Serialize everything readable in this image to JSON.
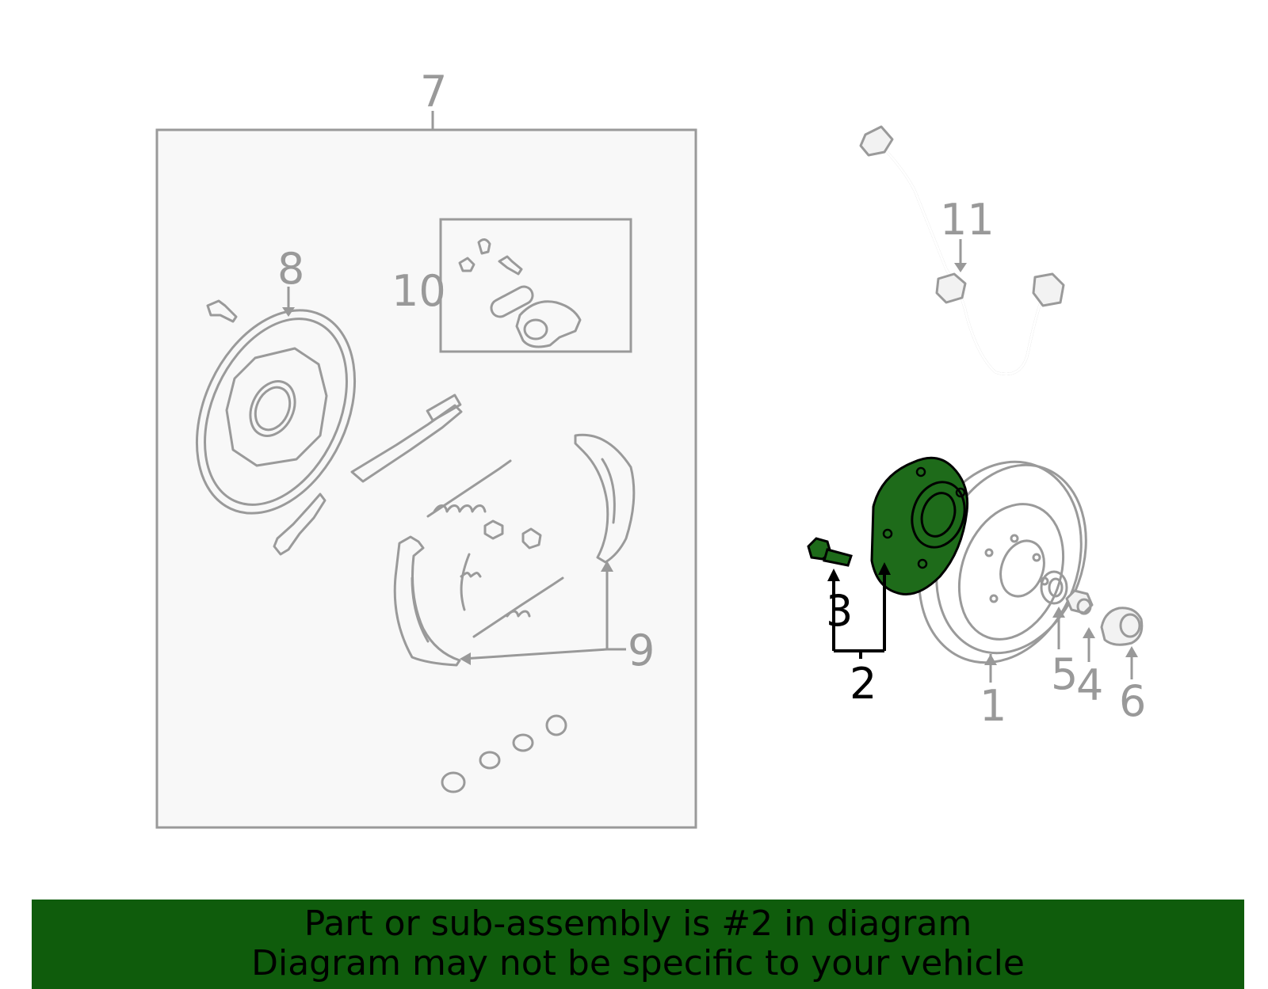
{
  "diagram": {
    "callouts": [
      {
        "id": "1",
        "label": "1"
      },
      {
        "id": "2",
        "label": "2"
      },
      {
        "id": "3",
        "label": "3"
      },
      {
        "id": "4",
        "label": "4"
      },
      {
        "id": "5",
        "label": "5"
      },
      {
        "id": "6",
        "label": "6"
      },
      {
        "id": "7",
        "label": "7"
      },
      {
        "id": "8",
        "label": "8"
      },
      {
        "id": "9",
        "label": "9"
      },
      {
        "id": "10",
        "label": "10"
      },
      {
        "id": "11",
        "label": "11"
      }
    ],
    "highlighted_part": "2",
    "colors": {
      "highlight": "#1e6b1a",
      "banner": "#0f5c0c",
      "line": "#9a9a9a"
    }
  },
  "banner": {
    "line1": "Part or sub-assembly is #2 in diagram",
    "line2": "Diagram may not be specific to your vehicle"
  }
}
